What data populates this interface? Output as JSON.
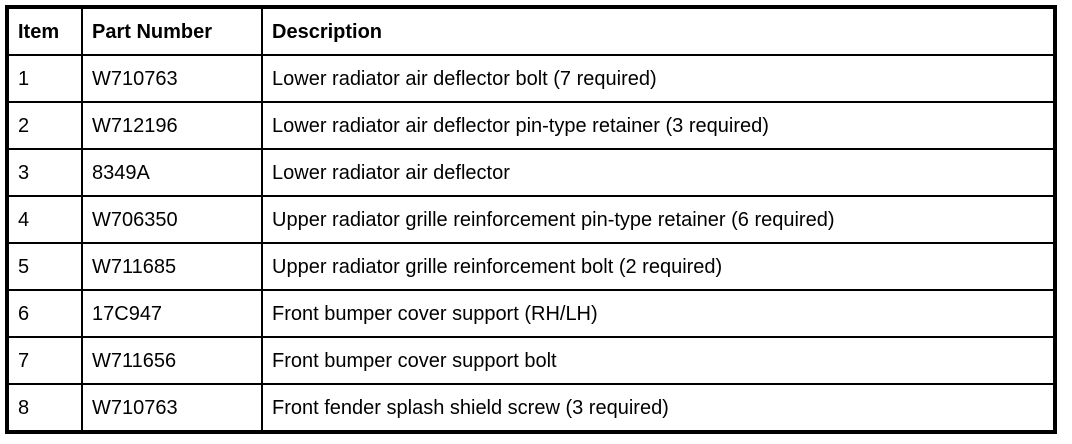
{
  "table": {
    "columns": [
      {
        "key": "item",
        "label": "Item"
      },
      {
        "key": "part_number",
        "label": "Part Number"
      },
      {
        "key": "description",
        "label": "Description"
      }
    ],
    "rows": [
      {
        "item": "1",
        "part_number": "W710763",
        "description": "Lower radiator air deflector bolt (7 required)"
      },
      {
        "item": "2",
        "part_number": "W712196",
        "description": "Lower radiator air deflector pin-type retainer (3 required)"
      },
      {
        "item": "3",
        "part_number": "8349A",
        "description": "Lower radiator air deflector"
      },
      {
        "item": "4",
        "part_number": "W706350",
        "description": "Upper radiator grille reinforcement pin-type retainer (6 required)"
      },
      {
        "item": "5",
        "part_number": "W711685",
        "description": "Upper radiator grille reinforcement bolt (2 required)"
      },
      {
        "item": "6",
        "part_number": "17C947",
        "description": "Front bumper cover support (RH/LH)"
      },
      {
        "item": "7",
        "part_number": "W711656",
        "description": "Front bumper cover support bolt"
      },
      {
        "item": "8",
        "part_number": "W710763",
        "description": "Front fender splash shield screw (3 required)"
      }
    ]
  },
  "colors": {
    "border": "#000000",
    "background": "#ffffff",
    "text": "#000000"
  }
}
